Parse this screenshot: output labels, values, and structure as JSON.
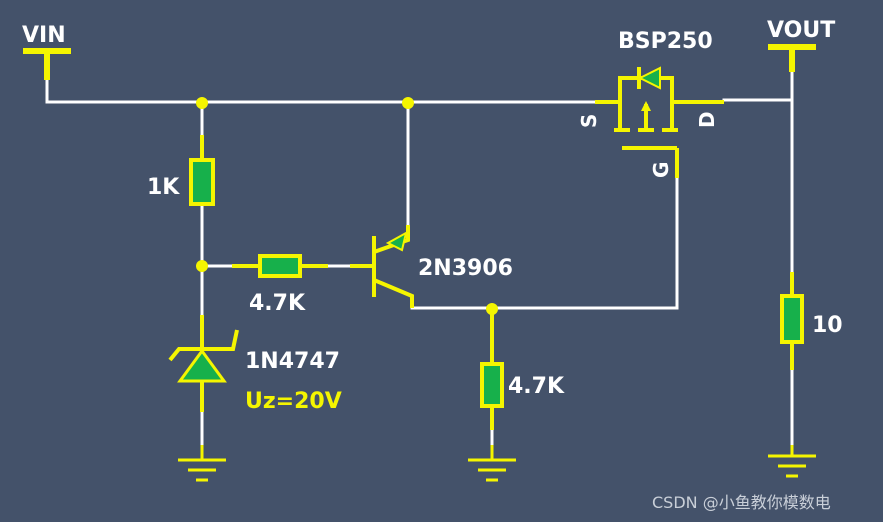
{
  "labels": {
    "vin": "VIN",
    "vout": "VOUT",
    "mosfet": "BSP250",
    "source": "S",
    "drain": "D",
    "gate": "G",
    "r1": "1K",
    "r2": "4.7K",
    "transistor": "2N3906",
    "r3": "4.7K",
    "r_load": "10",
    "zener": "1N4747",
    "zener_voltage": "Uz=20V"
  },
  "watermark": "CSDN @小鱼教你模数电",
  "colors": {
    "background": "#44526a",
    "wire": "#ffffff",
    "pin": "#f5f500",
    "component_fill": "#17b04b",
    "node": "#f5f500"
  }
}
